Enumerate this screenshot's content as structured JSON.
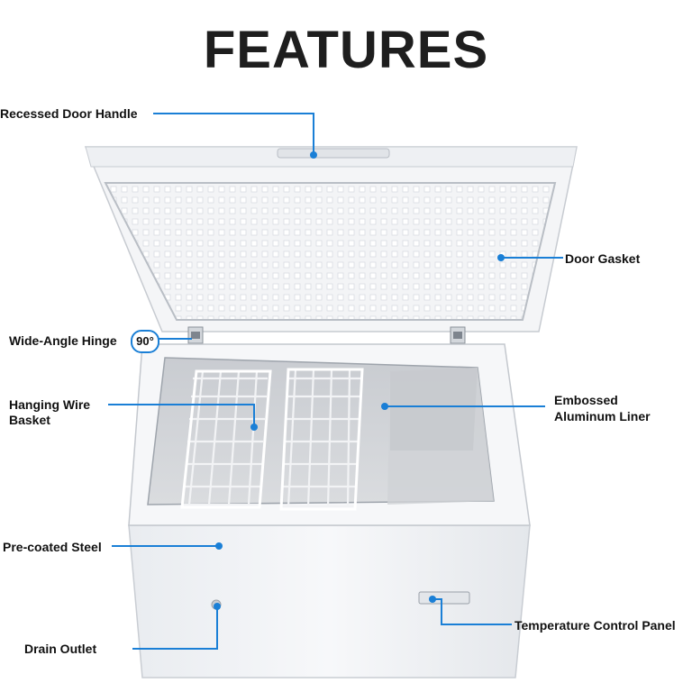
{
  "title": "FEATURES",
  "colors": {
    "accent": "#1a7fd6",
    "text": "#111111"
  },
  "labels": {
    "door_handle": "Recessed Door Handle",
    "door_gasket": "Door Gasket",
    "hinge": "Wide-Angle Hinge",
    "hinge_badge": "90°",
    "basket_1": "Hanging Wire",
    "basket_2": "Basket",
    "liner_1": "Embossed",
    "liner_2": "Aluminum Liner",
    "steel": "Pre-coated Steel",
    "drain": "Drain Outlet",
    "temp_panel": "Temperature Control Panel"
  }
}
